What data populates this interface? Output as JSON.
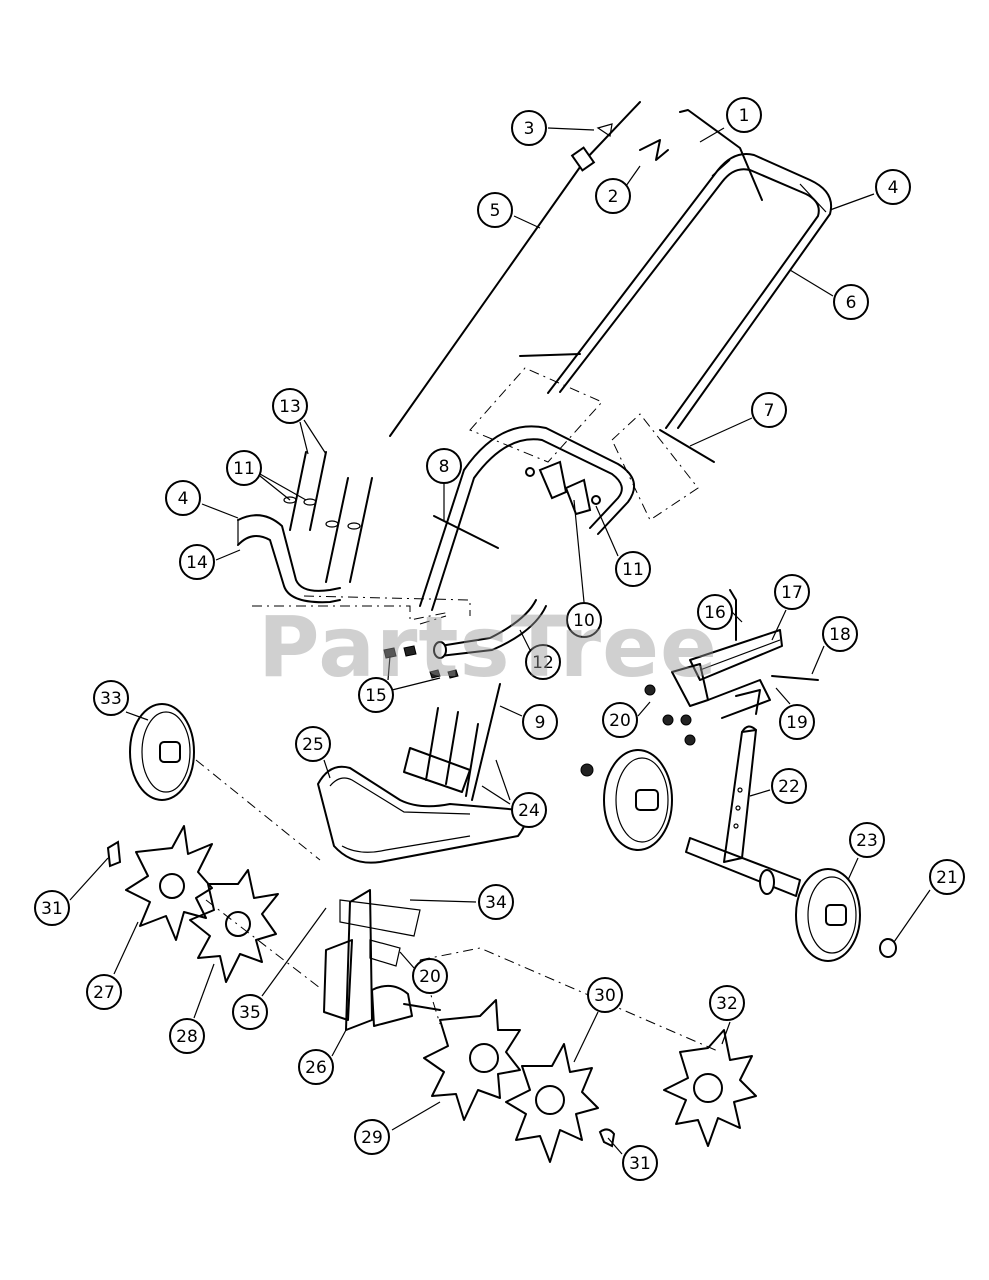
{
  "watermark": "PartsTree",
  "callouts": [
    {
      "id": "c1",
      "label": "1"
    },
    {
      "id": "c2",
      "label": "2"
    },
    {
      "id": "c3",
      "label": "3"
    },
    {
      "id": "c4a",
      "label": "4"
    },
    {
      "id": "c5",
      "label": "5"
    },
    {
      "id": "c6",
      "label": "6"
    },
    {
      "id": "c7",
      "label": "7"
    },
    {
      "id": "c8",
      "label": "8"
    },
    {
      "id": "c9",
      "label": "9"
    },
    {
      "id": "c10",
      "label": "10"
    },
    {
      "id": "c11a",
      "label": "11"
    },
    {
      "id": "c11b",
      "label": "11"
    },
    {
      "id": "c12",
      "label": "12"
    },
    {
      "id": "c13",
      "label": "13"
    },
    {
      "id": "c4b",
      "label": "4"
    },
    {
      "id": "c14",
      "label": "14"
    },
    {
      "id": "c15",
      "label": "15"
    },
    {
      "id": "c16",
      "label": "16"
    },
    {
      "id": "c17",
      "label": "17"
    },
    {
      "id": "c18",
      "label": "18"
    },
    {
      "id": "c19",
      "label": "19"
    },
    {
      "id": "c20a",
      "label": "20"
    },
    {
      "id": "c21",
      "label": "21"
    },
    {
      "id": "c22",
      "label": "22"
    },
    {
      "id": "c23",
      "label": "23"
    },
    {
      "id": "c24",
      "label": "24"
    },
    {
      "id": "c25",
      "label": "25"
    },
    {
      "id": "c26",
      "label": "26"
    },
    {
      "id": "c27",
      "label": "27"
    },
    {
      "id": "c28",
      "label": "28"
    },
    {
      "id": "c29",
      "label": "29"
    },
    {
      "id": "c30",
      "label": "30"
    },
    {
      "id": "c31a",
      "label": "31"
    },
    {
      "id": "c31b",
      "label": "31"
    },
    {
      "id": "c32",
      "label": "32"
    },
    {
      "id": "c33",
      "label": "33"
    },
    {
      "id": "c34",
      "label": "34"
    },
    {
      "id": "c35",
      "label": "35"
    },
    {
      "id": "c20b",
      "label": "20"
    }
  ]
}
